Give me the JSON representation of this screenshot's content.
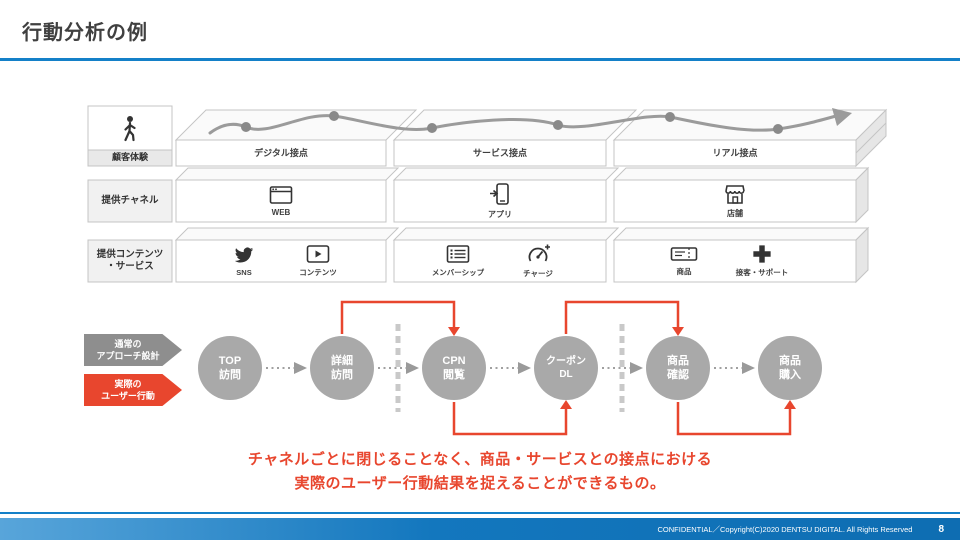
{
  "slide": {
    "title": "行動分析の例",
    "caption_line1": "チャネルごとに閉じることなく、商品・サービスとの接点における",
    "caption_line2": "実際のユーザー行動結果を捉えることができるもの。",
    "footer_text": "CONFIDENTIAL／Copyright(C)2020 DENTSU DIGITAL. All Rights Reserved",
    "page_number": "8"
  },
  "matrix": {
    "row_labels": {
      "experience": "顧客体験",
      "channel": "提供チャネル",
      "content_line1": "提供コンテンツ",
      "content_line2": "・サービス"
    },
    "touchpoints": [
      "デジタル接点",
      "サービス接点",
      "リアル接点"
    ],
    "channels": [
      {
        "label": "WEB",
        "icon": "browser-icon"
      },
      {
        "label": "アプリ",
        "icon": "smartphone-icon"
      },
      {
        "label": "店舗",
        "icon": "store-icon"
      }
    ],
    "contents": [
      {
        "label": "SNS",
        "icon": "twitter-bird-icon"
      },
      {
        "label": "コンテンツ",
        "icon": "video-player-icon"
      },
      {
        "label": "メンバーシップ",
        "icon": "membership-list-icon"
      },
      {
        "label": "チャージ",
        "icon": "charge-gauge-icon"
      },
      {
        "label": "商品",
        "icon": "ticket-icon"
      },
      {
        "label": "接客・サポート",
        "icon": "support-plus-icon"
      }
    ]
  },
  "flow": {
    "legend": [
      {
        "line1": "通常の",
        "line2": "アプローチ設計"
      },
      {
        "line1": "実際の",
        "line2": "ユーザー行動"
      }
    ],
    "steps": [
      {
        "line1": "TOP",
        "line2": "訪問"
      },
      {
        "line1": "詳細",
        "line2": "訪問"
      },
      {
        "line1": "CPN",
        "line2": "閲覧"
      },
      {
        "line1": "クーポン",
        "line2": "DL"
      },
      {
        "line1": "商品",
        "line2": "確認"
      },
      {
        "line1": "商品",
        "line2": "購入"
      }
    ]
  },
  "colors": {
    "accent_blue": "#1480C8",
    "accent_red": "#E8462E",
    "circle_gray": "#A9A9A9"
  }
}
